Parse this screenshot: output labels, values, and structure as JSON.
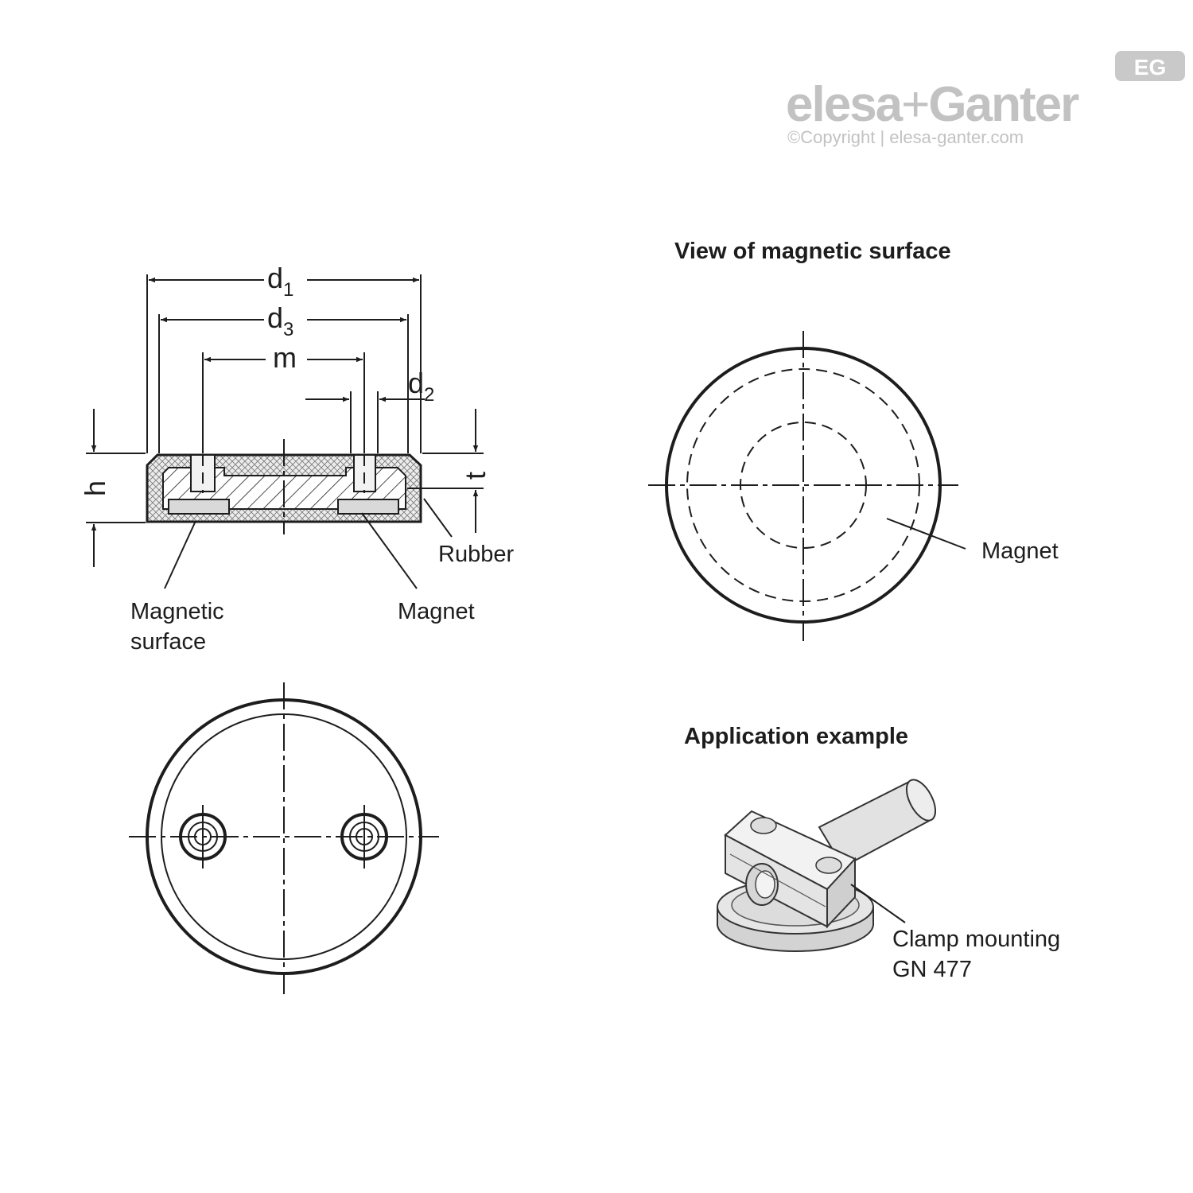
{
  "logo": {
    "brand_left": "elesa",
    "brand_plus": "+",
    "brand_right": "Ganter",
    "badge": "EG",
    "copyright": "©Copyright | elesa-ganter.com",
    "color": "#c2c2c2"
  },
  "section_view": {
    "dims": {
      "d1_main": "d",
      "d1_sub": "1",
      "d3_main": "d",
      "d3_sub": "3",
      "m": "m",
      "d2_main": "d",
      "d2_sub": "2",
      "h": "h",
      "t": "t"
    },
    "labels": {
      "rubber": "Rubber",
      "magnet": "Magnet",
      "magnetic_surface_line1": "Magnetic",
      "magnetic_surface_line2": "surface"
    }
  },
  "magnetic_surface_view": {
    "title": "View of magnetic surface",
    "magnet_label": "Magnet"
  },
  "application": {
    "title": "Application example",
    "label_line1": "Clamp mounting",
    "label_line2": "GN 477"
  },
  "colors": {
    "line": "#1d1d1d",
    "magnet_fill": "#d9d9d9",
    "rubber_fill": "#e8e8e8",
    "logo": "#c2c2c2"
  }
}
